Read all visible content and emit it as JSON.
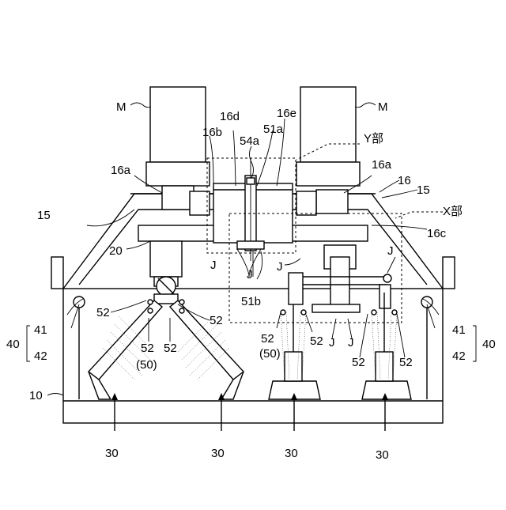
{
  "labels": {
    "motor": "M",
    "part_16": "16",
    "part_16a": "16a",
    "part_16b": "16b",
    "part_16c": "16c",
    "part_16d": "16d",
    "part_16e": "16e",
    "part_51a": "51a",
    "part_54a": "54a",
    "part_51b": "51b",
    "part_15": "15",
    "part_20": "20",
    "part_10": "10",
    "part_30": "30",
    "part_40": "40",
    "part_41": "41",
    "part_42": "42",
    "part_52": "52",
    "part_50": "(50)",
    "joint": "J",
    "region_y": "Y部",
    "region_x": "X部"
  }
}
